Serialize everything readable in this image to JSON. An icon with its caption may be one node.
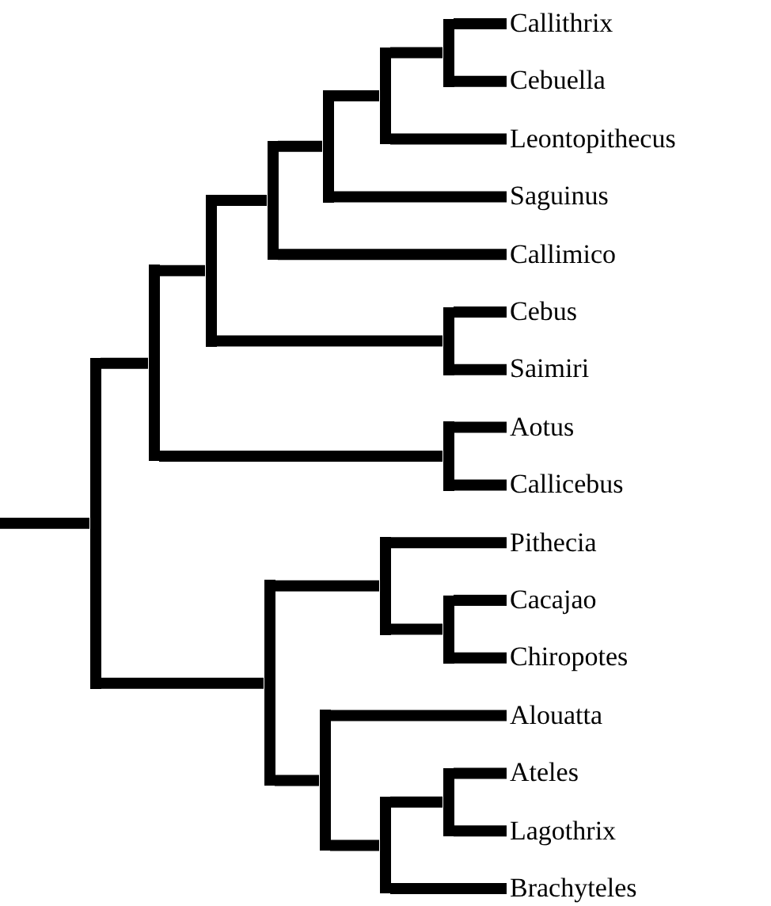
{
  "diagram": {
    "nodes": [
      {
        "text": [],
        "shape": "bar"
      },
      {
        "text": [],
        "shape": "bar"
      },
      {
        "text": [],
        "shape": "bar"
      },
      {
        "text": [],
        "shape": "bar"
      },
      {
        "text": [],
        "shape": "bar"
      },
      {
        "text": [],
        "shape": "bar"
      },
      {
        "text": [],
        "shape": "bar"
      },
      {
        "text": [
          "Callithrix"
        ]
      },
      {
        "text": [
          "Cebuella"
        ]
      },
      {
        "text": [
          "Leontopithecus"
        ]
      },
      {
        "text": [
          "Saguinus"
        ]
      },
      {
        "text": [
          "Callimico"
        ]
      },
      {
        "text": [],
        "shape": "bar"
      },
      {
        "text": [
          "Cebus"
        ]
      },
      {
        "text": [
          "Saimiri"
        ]
      },
      {
        "text": [],
        "shape": "bar"
      },
      {
        "text": [
          "Aotus"
        ]
      },
      {
        "text": [
          "Callicebus"
        ]
      },
      {
        "text": [],
        "shape": "bar"
      },
      {
        "text": [],
        "shape": "bar"
      },
      {
        "text": [
          "Pithecia"
        ]
      },
      {
        "text": [],
        "shape": "bar"
      },
      {
        "text": [
          "Cacajao"
        ]
      },
      {
        "text": [
          "Chiropotes"
        ]
      },
      {
        "text": [],
        "shape": "bar"
      },
      {
        "text": [
          "Alouatta"
        ]
      },
      {
        "text": [],
        "shape": "bar"
      },
      {
        "text": [],
        "shape": "bar"
      },
      {
        "text": [
          "Ateles"
        ]
      },
      {
        "text": [
          "Lagothrix"
        ]
      },
      {
        "text": [
          "Brachyteles"
        ]
      }
    ],
    "edges": [
      {
        "from": null,
        "to": 0,
        "arrow": "none"
      },
      {
        "from": 0,
        "to": 1,
        "arrow": "none"
      },
      {
        "from": 1,
        "to": 2,
        "arrow": "none"
      },
      {
        "from": 2,
        "to": 3,
        "arrow": "none"
      },
      {
        "from": 3,
        "to": 4,
        "arrow": "none"
      },
      {
        "from": 4,
        "to": 5,
        "arrow": "none"
      },
      {
        "from": 5,
        "to": 6,
        "arrow": "none"
      },
      {
        "from": 6,
        "to": 7,
        "arrow": "none"
      },
      {
        "from": 6,
        "to": 8,
        "arrow": "none"
      },
      {
        "from": 5,
        "to": 9,
        "arrow": "none"
      },
      {
        "from": 4,
        "to": 10,
        "arrow": "none"
      },
      {
        "from": 3,
        "to": 11,
        "arrow": "none"
      },
      {
        "from": 2,
        "to": 12,
        "arrow": "none"
      },
      {
        "from": 12,
        "to": 13,
        "arrow": "none"
      },
      {
        "from": 12,
        "to": 14,
        "arrow": "none"
      },
      {
        "from": 1,
        "to": 15,
        "arrow": "none"
      },
      {
        "from": 15,
        "to": 16,
        "arrow": "none"
      },
      {
        "from": 15,
        "to": 17,
        "arrow": "none"
      },
      {
        "from": 0,
        "to": 18,
        "arrow": "none"
      },
      {
        "from": 18,
        "to": 19,
        "arrow": "none"
      },
      {
        "from": 19,
        "to": 20,
        "arrow": "none"
      },
      {
        "from": 19,
        "to": 21,
        "arrow": "none"
      },
      {
        "from": 21,
        "to": 22,
        "arrow": "none"
      },
      {
        "from": 21,
        "to": 23,
        "arrow": "none"
      },
      {
        "from": 18,
        "to": 24,
        "arrow": "none"
      },
      {
        "from": 24,
        "to": 25,
        "arrow": "none"
      },
      {
        "from": 24,
        "to": 26,
        "arrow": "none"
      },
      {
        "from": 26,
        "to": 27,
        "arrow": "none"
      },
      {
        "from": 27,
        "to": 28,
        "arrow": "none"
      },
      {
        "from": 27,
        "to": 29,
        "arrow": "none"
      },
      {
        "from": 26,
        "to": 30,
        "arrow": "none"
      }
    ]
  }
}
